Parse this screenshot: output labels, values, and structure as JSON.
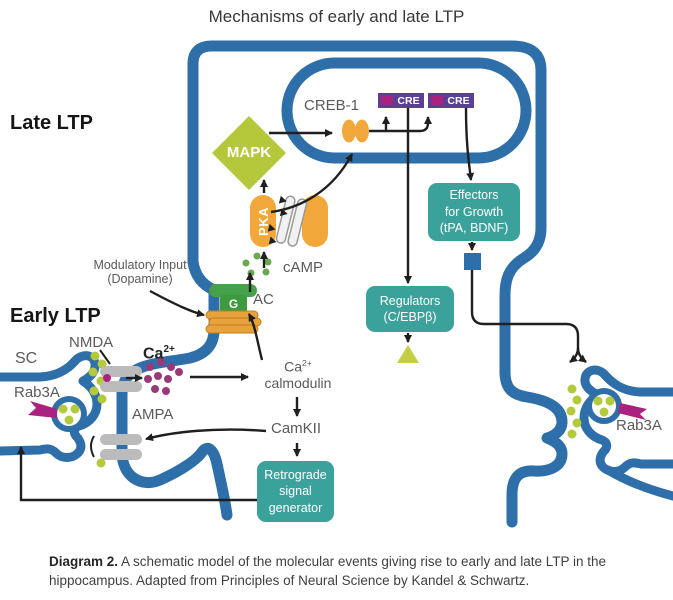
{
  "title": "Mechanisms of early and late LTP",
  "section_labels": {
    "late_ltp": "Late LTP",
    "early_ltp": "Early LTP"
  },
  "modulatory": {
    "line1": "Modulatory Input",
    "line2": "(Dopamine)"
  },
  "presynapse_left": {
    "sc": "SC",
    "rab3a": "Rab3A"
  },
  "presynapse_right": {
    "rab3a": "Rab3A"
  },
  "receptors": {
    "nmda": "NMDA",
    "ampa": "AMPA"
  },
  "signaling": {
    "ca_base": "Ca",
    "ca_sup": "2+",
    "camp": "cAMP",
    "ac": "AC",
    "g": "G",
    "calmodulin_base": "Ca",
    "calmodulin_sup": "2+",
    "calmodulin_word": "calmodulin",
    "camkii": "CamKII",
    "mapk": "MAPK",
    "pka": "PKA"
  },
  "nucleus": {
    "creb": "CREB-1",
    "cre1": "CRE",
    "cre2": "CRE"
  },
  "boxes": {
    "effectors": {
      "line1": "Effectors",
      "line2": "for Growth",
      "line3": "(tPA, BDNF)"
    },
    "regulators": {
      "line1": "Regulators",
      "line2": "(C/EBPβ)"
    },
    "retrograde": {
      "line1": "Retrograde",
      "line2": "signal",
      "line3": "generator"
    }
  },
  "caption": {
    "label": "Diagram 2.",
    "text": " A schematic model of the molecular events giving rise to early and late LTP in the hippocampus. Adapted from Principles of Neural Science by Kandel & Schwartz."
  },
  "colors": {
    "membrane_blue": "#2E6FA9",
    "teal_box": "#3BA29B",
    "orange": "#F2A73B",
    "mapk_green": "#B5C73B",
    "vesicle_green": "#B5C93D",
    "camp_green": "#69A84E",
    "calcium_magenta": "#993A77",
    "flag_magenta": "#AA2280",
    "cre_purple": "#5B3F92",
    "receptor_grey": "#BBBBBB",
    "g_protein_green": "#3D9A3D",
    "arrow_black": "#1F1F1F"
  }
}
